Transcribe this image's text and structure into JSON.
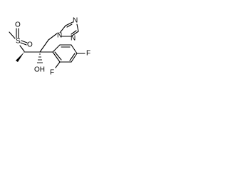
{
  "labels": {
    "sulfonyl_o_top": "O",
    "sulfonyl_s": "S",
    "sulfonyl_o_bottom": "O",
    "hydroxyl": "OH",
    "fluoro_ortho": "F",
    "fluoro_para": "F",
    "triazole_n1": "N",
    "triazole_n2": "N",
    "triazole_n4": "N"
  }
}
